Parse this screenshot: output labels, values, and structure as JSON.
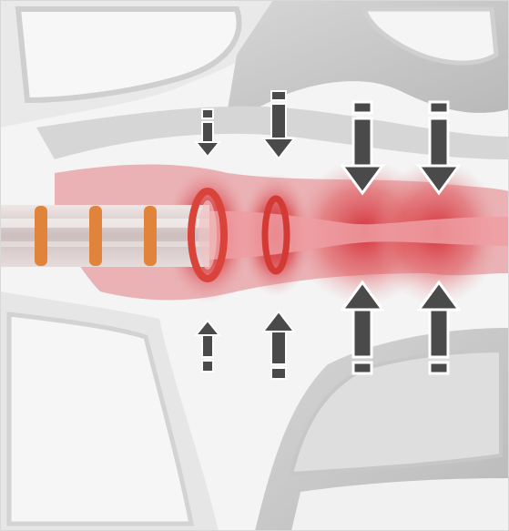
{
  "diagram": {
    "palette": {
      "background": "#ffffff",
      "bone_light": "#dcdcdc",
      "bone_dark": "#bdbdbd",
      "cavity": "#f0f0f0",
      "tissue": "#e8a0a4",
      "inflammation": "#d2232a",
      "cuff": "#d9433a",
      "tube_stripe": "#e0843c",
      "tube_body": "#d8cfcf",
      "arrow": "#4a4a4a",
      "arrow_outline": "#ffffff"
    },
    "icons": [
      "pressure-arrow-icon",
      "tube-cuff-icon"
    ],
    "pressure_arrows": {
      "top_sizes": [
        "small",
        "medium",
        "large",
        "large"
      ],
      "bottom_sizes": [
        "small",
        "medium",
        "large",
        "large"
      ]
    }
  }
}
